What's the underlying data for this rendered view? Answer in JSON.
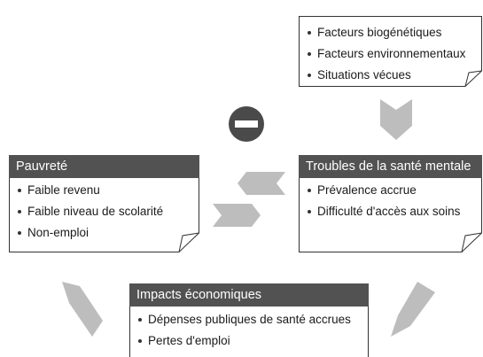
{
  "factors_box": {
    "items": [
      "Facteurs biogénétiques",
      "Facteurs environnementaux",
      "Situations vécues"
    ]
  },
  "mental_health_box": {
    "title": "Troubles de la santé mentale",
    "items": [
      "Prévalence accrue",
      "Difficulté d'accès aux soins"
    ]
  },
  "poverty_box": {
    "title": "Pauvreté",
    "items": [
      "Faible revenu",
      "Faible niveau de scolarité",
      "Non-emploi"
    ]
  },
  "economic_box": {
    "title": "Impacts économiques",
    "items": [
      "Dépenses publiques de santé accrues",
      "Pertes d'emploi"
    ]
  },
  "colors": {
    "header": "#525252",
    "arrow": "#bdbdbd",
    "minus_sign": "#4a4a4a",
    "border": "#333333"
  },
  "icons": {
    "minus_sign": "minus-circle-icon",
    "arrow": "chevron-arrow-icon"
  }
}
